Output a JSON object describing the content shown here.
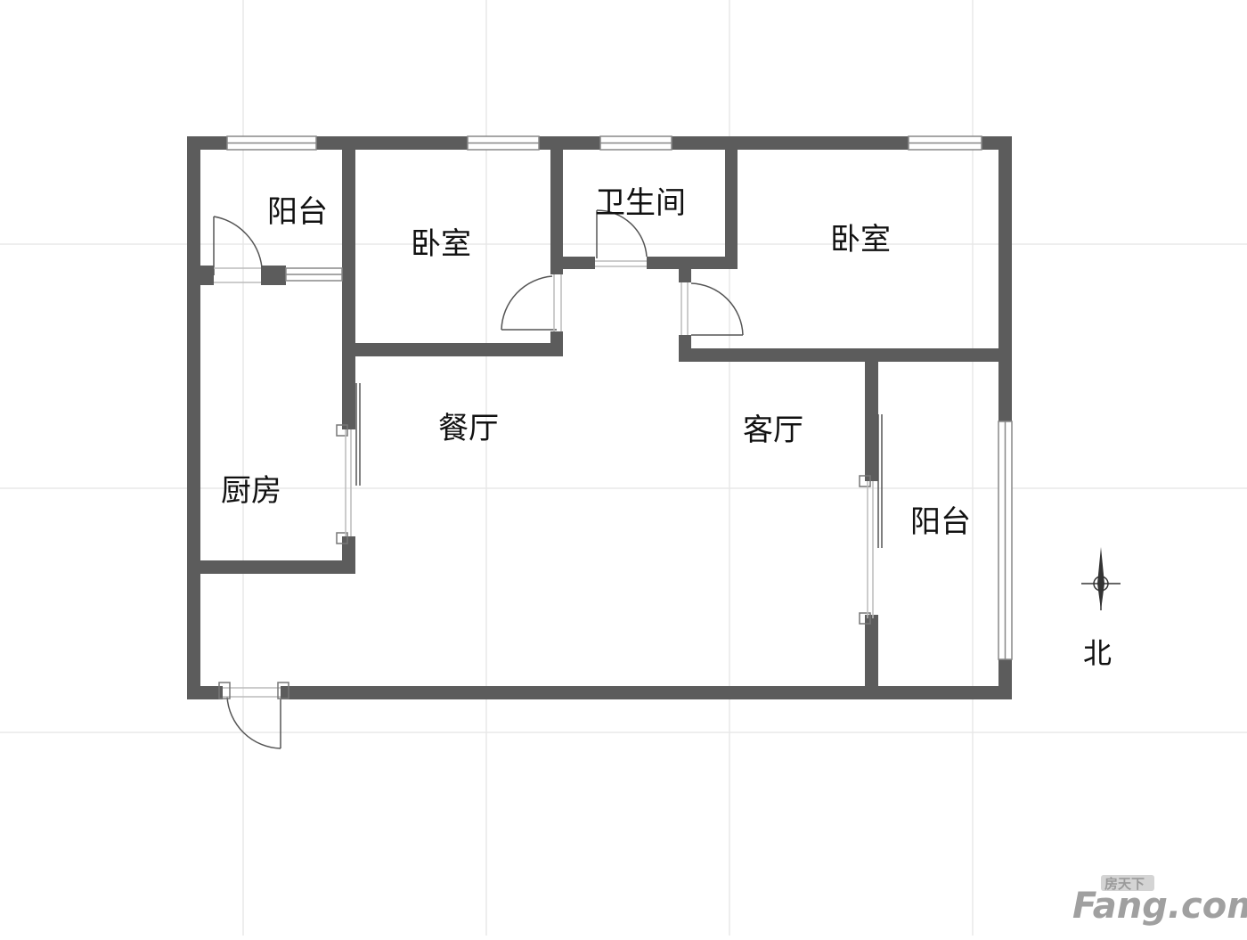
{
  "rooms": {
    "balcony_nw": "阳台",
    "bedroom_left": "卧室",
    "bathroom": "卫生间",
    "bedroom_right": "卧室",
    "dining": "餐厅",
    "living": "客厅",
    "kitchen": "厨房",
    "balcony_e": "阳台"
  },
  "compass": {
    "label": "北",
    "icon": "north-arrow-icon"
  },
  "watermark": {
    "brand_cn": "房天下",
    "brand_en": "Fang.com",
    "icon": "logo-icon"
  },
  "colors": {
    "wall": "#5c5c5c",
    "grid": "#e8e8e8",
    "door": "#555555",
    "window": "#888888"
  }
}
